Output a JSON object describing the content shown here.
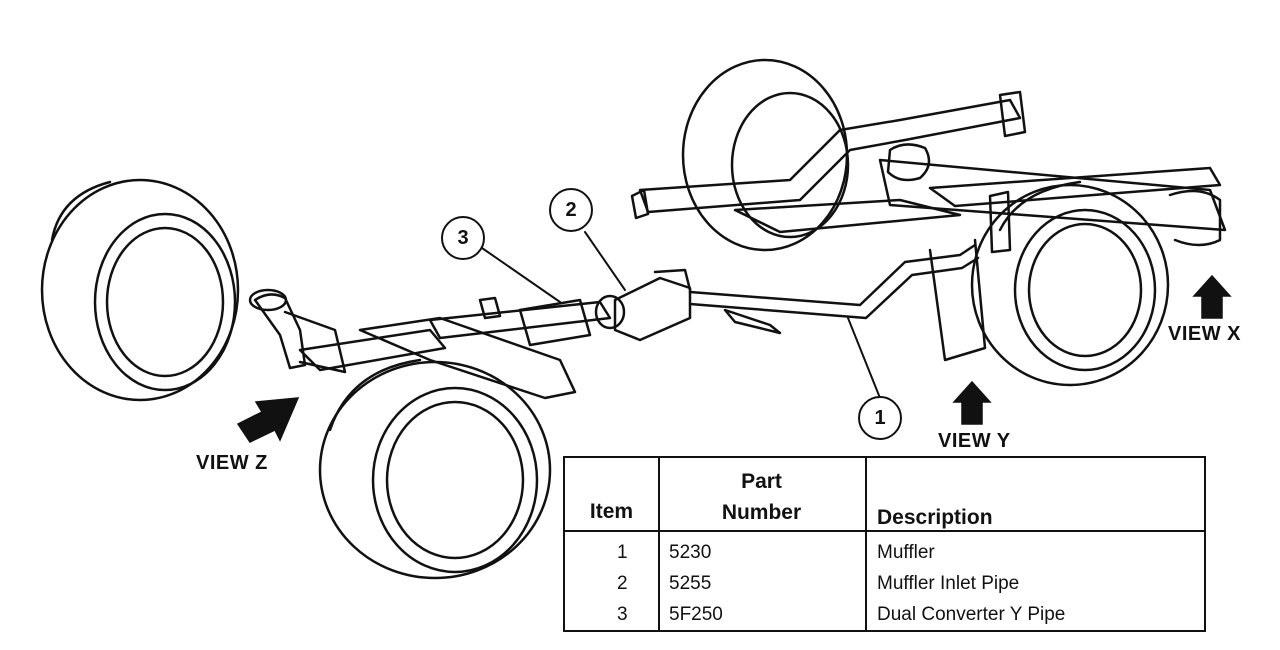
{
  "callouts": {
    "c1": "1",
    "c2": "2",
    "c3": "3"
  },
  "views": {
    "x": "VIEW X",
    "y": "VIEW Y",
    "z": "VIEW Z"
  },
  "table": {
    "headers": {
      "item": "Item",
      "part_line1": "Part",
      "part_line2": "Number",
      "description": "Description"
    },
    "rows": [
      {
        "item": "1",
        "part": "5230",
        "description": "Muffler"
      },
      {
        "item": "2",
        "part": "5255",
        "description": "Muffler Inlet Pipe"
      },
      {
        "item": "3",
        "part": "5F250",
        "description": "Dual Converter Y Pipe"
      }
    ]
  }
}
